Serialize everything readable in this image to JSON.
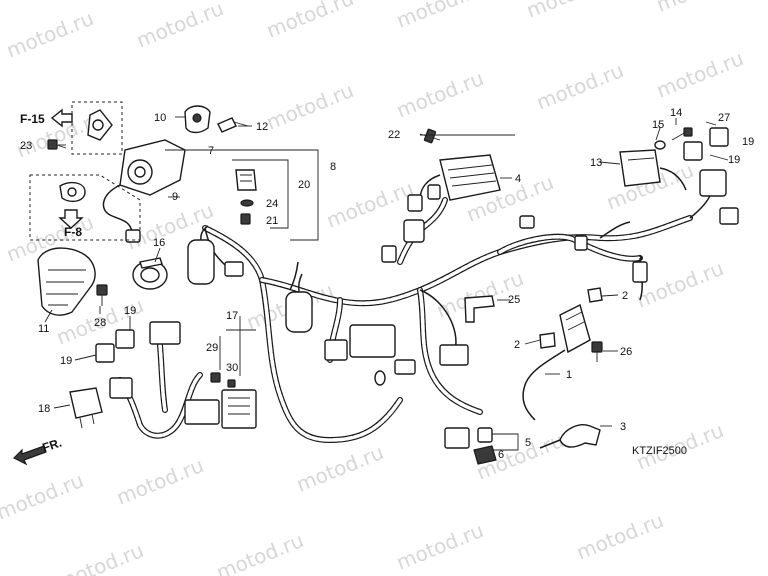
{
  "watermark": "motod.ru",
  "diagram_code": "KTZIF2500",
  "front_indicator": "FR.",
  "refs": {
    "f15": "F-15",
    "f8": "F-8"
  },
  "labels": {
    "p1": "1",
    "p2a": "2",
    "p2b": "2",
    "p3": "3",
    "p4": "4",
    "p5": "5",
    "p6": "6",
    "p7": "7",
    "p8": "8",
    "p9": "9",
    "p10": "10",
    "p11": "11",
    "p12": "12",
    "p13": "13",
    "p14": "14",
    "p15": "15",
    "p16": "16",
    "p17": "17",
    "p18": "18",
    "p19a": "19",
    "p19b": "19",
    "p19c": "19",
    "p19d": "19",
    "p20": "20",
    "p21": "21",
    "p22": "22",
    "p23": "23",
    "p24": "24",
    "p25": "25",
    "p26": "26",
    "p27": "27",
    "p28": "28",
    "p29": "29",
    "p30": "30"
  }
}
